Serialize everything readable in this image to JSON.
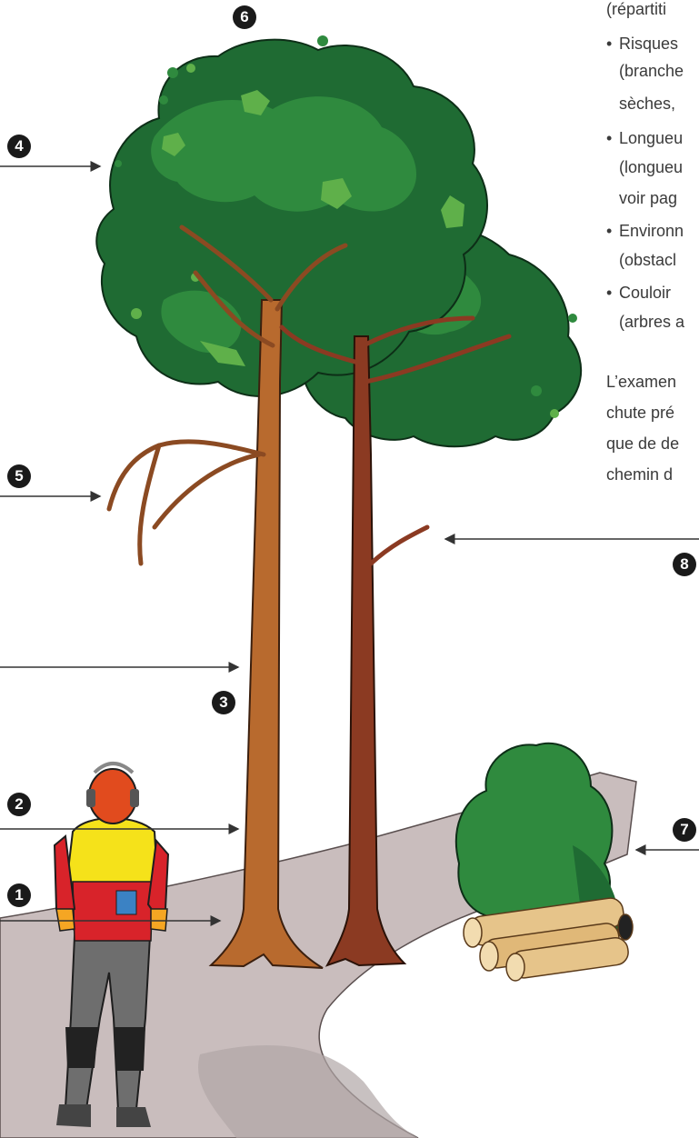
{
  "text_lines": [
    {
      "text": "(répartiti",
      "bullet": false
    },
    {
      "text": "Risques",
      "bullet": true
    },
    {
      "text": "(branche",
      "bullet": false
    },
    {
      "text": "sèches,",
      "bullet": false
    },
    {
      "text": "Longueu",
      "bullet": true
    },
    {
      "text": "(longueu",
      "bullet": false
    },
    {
      "text": "voir pag",
      "bullet": false
    },
    {
      "text": "Environn",
      "bullet": true
    },
    {
      "text": "(obstacl",
      "bullet": false
    },
    {
      "text": "Couloir",
      "bullet": true
    },
    {
      "text": "(arbres a",
      "bullet": false
    }
  ],
  "paragraph_lines": [
    "L’examen",
    "chute pré",
    "que de de",
    "chemin d"
  ],
  "markers": [
    "1",
    "2",
    "3",
    "4",
    "5",
    "6",
    "7",
    "8"
  ],
  "colors": {
    "trunk_light": "#b86a2e",
    "trunk_dark": "#8b3a22",
    "foliage_dark": "#1f6b33",
    "foliage_mid": "#2f8a3e",
    "foliage_light": "#5fb04a",
    "ground": "#c9bdbd",
    "jacket": "#f5e21a",
    "sleeve": "#d8232a",
    "pants": "#6e6e6e",
    "helmet": "#e14b1e",
    "log": "#e6c48a"
  }
}
